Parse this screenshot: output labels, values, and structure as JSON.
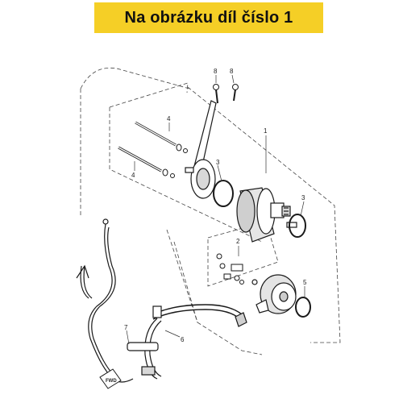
{
  "banner": {
    "text": "Na obrázku díl číslo 1"
  },
  "callouts": {
    "c1": "1",
    "c2": "2",
    "c3a": "3",
    "c3b": "3",
    "c4a": "4",
    "c4b": "4",
    "c5": "5",
    "c6": "6",
    "c7": "7",
    "c8a": "8",
    "c8b": "8"
  },
  "fwd_arrow": {
    "text": "FWD"
  },
  "colors": {
    "banner": "#f5cf26",
    "line": "#1a1a1a",
    "dash": "#444444"
  }
}
